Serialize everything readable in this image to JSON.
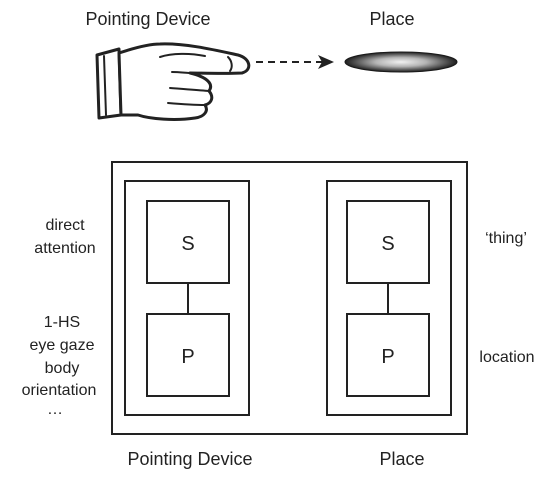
{
  "top": {
    "pointing_device_label": "Pointing Device",
    "place_label": "Place"
  },
  "left_labels": {
    "direct": "direct",
    "attention": "attention",
    "hs": "1-HS",
    "eye_gaze": "eye gaze",
    "body": "body",
    "orientation": "orientation",
    "ellipsis": "…"
  },
  "right_labels": {
    "thing": "‘thing’",
    "location": "location"
  },
  "boxes": {
    "left_s": "S",
    "left_p": "P",
    "right_s": "S",
    "right_p": "P"
  },
  "bottom": {
    "pointing_device_label": "Pointing Device",
    "place_label": "Place"
  },
  "icons": {
    "hand": "pointing-hand-icon",
    "arrow": "dashed-arrow-icon",
    "place": "place-disc-icon"
  }
}
